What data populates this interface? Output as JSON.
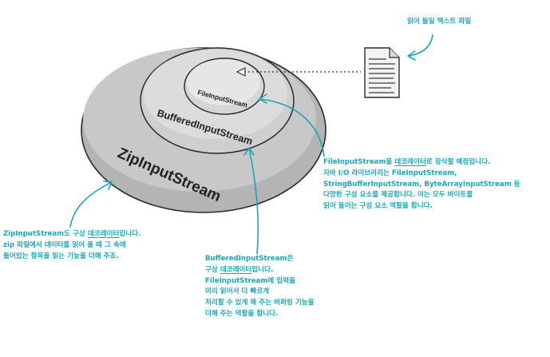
{
  "rings": {
    "outer": "ZipInputStream",
    "middle": "BufferedInputStream",
    "inner": "FileInputStream"
  },
  "notes": {
    "file": "읽어 들일 텍스트 파일",
    "zip": {
      "l1_a": "ZipInputStream도 구상 ",
      "l1_hl": "데코레이터",
      "l1_b": "입니다.",
      "l2": "zip 파일에서 데이터를 읽어 올 때 그 속에",
      "l3": "들어있는 항목을 읽는 기능을 더해 주죠."
    },
    "buffered": {
      "l1": "BufferedInputStream은",
      "l2_a": "구상 ",
      "l2_hl": "데코레이터",
      "l2_b": "입니다.",
      "l3": "FileInputStream에 입력을",
      "l4": "미리 읽어서 더 빠르게",
      "l5": "처리할 수 있게 해 주는 버퍼링 기능을",
      "l6": "더해 주는 역할을 합니다."
    },
    "file_stream": {
      "l1_a": "FileInputStream을 ",
      "l1_hl": "데코레이터",
      "l1_b": "로 장식할 예정입니다.",
      "l2": "자바 I/O 라이브러리는 FileInputStream,",
      "l3": "StringBufferInputStream, ByteArrayInputStream 등",
      "l4": "다양한 구성 요소를 제공합니다. 이는 모두 바이트를",
      "l5": "읽어 들이는 구성 요소 역할을 합니다."
    }
  },
  "colors": {
    "annotation": "#1aa6b7",
    "outer_ring": "#c2c2c2",
    "middle_ring": "#d6d6d6",
    "inner_ring": "#e4e4e4",
    "outline": "#2a2a2a"
  },
  "icons": [
    "text-file-icon",
    "arrow-pointer-icon"
  ]
}
